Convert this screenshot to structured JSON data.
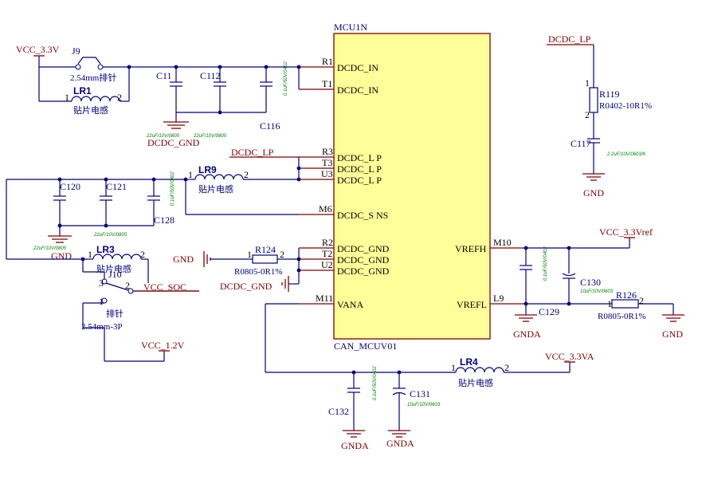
{
  "chip": {
    "ref": "MCU1N",
    "part": "CAN_MCUV01",
    "pins_left": [
      {
        "num": "R1",
        "name": "DCDC_IN"
      },
      {
        "num": "T1",
        "name": "DCDC_IN"
      },
      {
        "num": "R3",
        "name": "DCDC_L P"
      },
      {
        "num": "T3",
        "name": "DCDC_L P"
      },
      {
        "num": "U3",
        "name": "DCDC_L P"
      },
      {
        "num": "M6",
        "name": "DCDC_S NS"
      },
      {
        "num": "R2",
        "name": "DCDC_GND"
      },
      {
        "num": "T2",
        "name": "DCDC_GND"
      },
      {
        "num": "U2",
        "name": "DCDC_GND"
      },
      {
        "num": "M11",
        "name": "VANA"
      }
    ],
    "pins_right": [
      {
        "num": "M10",
        "name": "VREFH"
      },
      {
        "num": "L9",
        "name": "VREFL"
      }
    ]
  },
  "nets": {
    "vcc33": "VCC_3.3V",
    "dcdc_gnd": "DCDC_GND",
    "dcdc_gnd2": "DCDC_GND",
    "dcdc_lp_top": "DCDC_LP",
    "dcdc_lp_mid": "DCDC_LP",
    "gnd1": "GND",
    "gnd2": "GND",
    "gnd3": "GND",
    "vcc_soc": "VCC_SOC",
    "vcc12": "VCC_1.2V",
    "vcc33vref": "VCC_3.3Vref",
    "vcc33va": "VCC_3.3VA",
    "gnda1": "GNDA",
    "gnda2": "GNDA",
    "gnda3": "GNDA",
    "gnd_r126": "GND"
  },
  "parts": {
    "j9": {
      "ref": "J9",
      "value": "2.54mm排针"
    },
    "lr1": {
      "ref": "LR1",
      "value": "贴片电感"
    },
    "lr9": {
      "ref": "LR9",
      "value": "贴片电感"
    },
    "lr3": {
      "ref": "LR3",
      "value": "贴片电感"
    },
    "lr4": {
      "ref": "LR4",
      "value": "贴片电感"
    },
    "j10": {
      "ref": "J10",
      "value": "排针",
      "value2": "2.54mm-3P"
    },
    "c11": {
      "ref": "C11",
      "value": "22uF/10V/0805"
    },
    "c112": {
      "ref": "C112",
      "value": "22uF/10V/0805"
    },
    "c116": {
      "ref": "C116",
      "value": "0.1uF/50V/0402"
    },
    "c120": {
      "ref": "C120",
      "value": "22uF/10V/0805"
    },
    "c121": {
      "ref": "C121",
      "value": "22uF/10V/0805"
    },
    "c128": {
      "ref": "C128",
      "value": "0.1uF/50V/0402"
    },
    "r124": {
      "ref": "R124",
      "value": "R0805-0R1%"
    },
    "r119": {
      "ref": "R119",
      "value": "R0402-10R1%"
    },
    "c117": {
      "ref": "C117",
      "value": "2.2uF/10V/0603/K"
    },
    "c129": {
      "ref": "C129",
      "value": "0.1uF/50V/0402"
    },
    "c130": {
      "ref": "C130",
      "value": "10uF/10V/0603"
    },
    "r126": {
      "ref": "R126",
      "value": "R0805-0R1%"
    },
    "c132": {
      "ref": "C132",
      "value": "0.1uF/50V/0402"
    },
    "c131": {
      "ref": "C131",
      "value": "10uF/10V/0603"
    }
  },
  "pinnums": {
    "p1": "1",
    "p2": "2",
    "p3": "3"
  }
}
